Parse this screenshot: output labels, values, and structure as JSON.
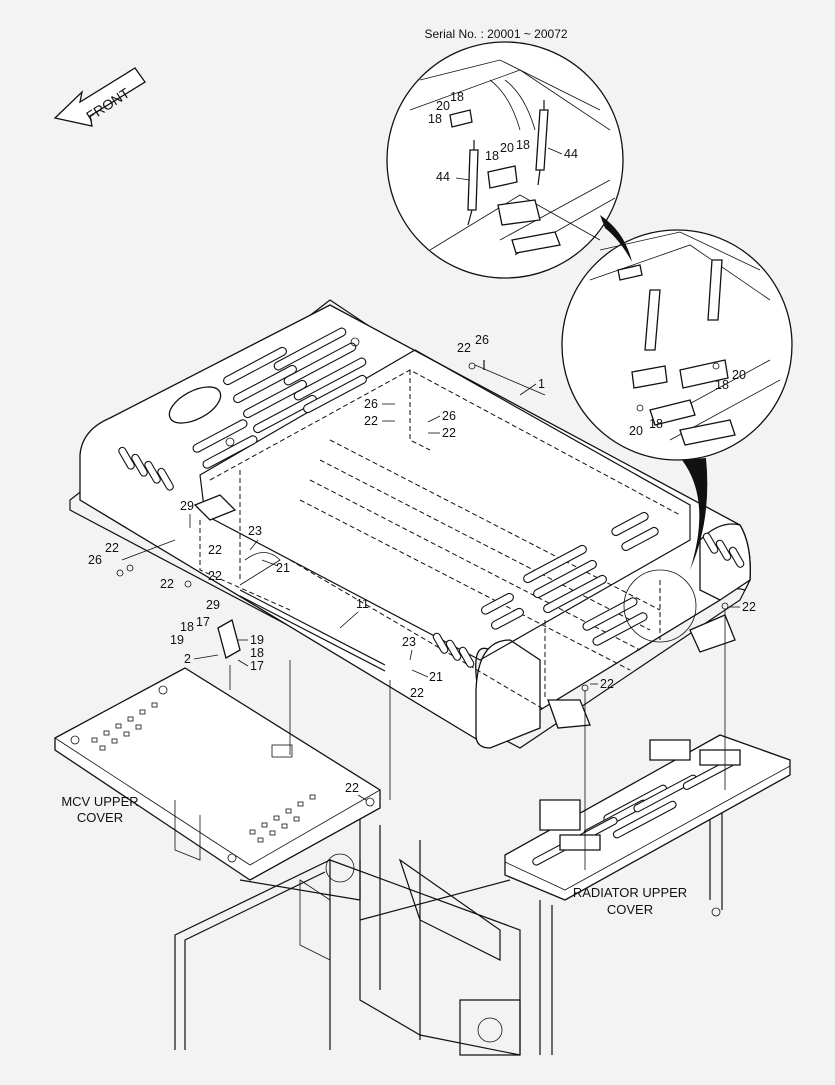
{
  "serial": "Serial No. : 20001 ~ 20072",
  "front_label": "FRONT",
  "captions": {
    "mcv_line1": "MCV UPPER",
    "mcv_line2": "COVER",
    "rad_line1": "RADIATOR UPPER",
    "rad_line2": "COVER"
  },
  "callouts": {
    "c1": "1",
    "c2": "2",
    "c11": "11",
    "c17a": "17",
    "c17b": "17",
    "c18a": "18",
    "c18b": "18",
    "c19a": "19",
    "c19b": "19",
    "c21a": "21",
    "c21b": "21",
    "c22a": "22",
    "c22b": "22",
    "c22c": "22",
    "c22d": "22",
    "c22e": "22",
    "c22f": "22",
    "c22g": "22",
    "c22h": "22",
    "c22i": "22",
    "c22j": "22",
    "c22k": "22",
    "c23a": "23",
    "c23b": "23",
    "c26a": "26",
    "c26b": "26",
    "c26c": "26",
    "c26d": "26",
    "c29a": "29",
    "c29b": "29"
  },
  "detail_top": {
    "c18a": "18",
    "c18b": "18",
    "c18c": "18",
    "c18d": "18",
    "c20a": "20",
    "c20b": "20",
    "c44a": "44",
    "c44b": "44"
  },
  "detail_side": {
    "c20a": "20",
    "c20b": "20",
    "c18a": "18",
    "c18b": "18"
  }
}
